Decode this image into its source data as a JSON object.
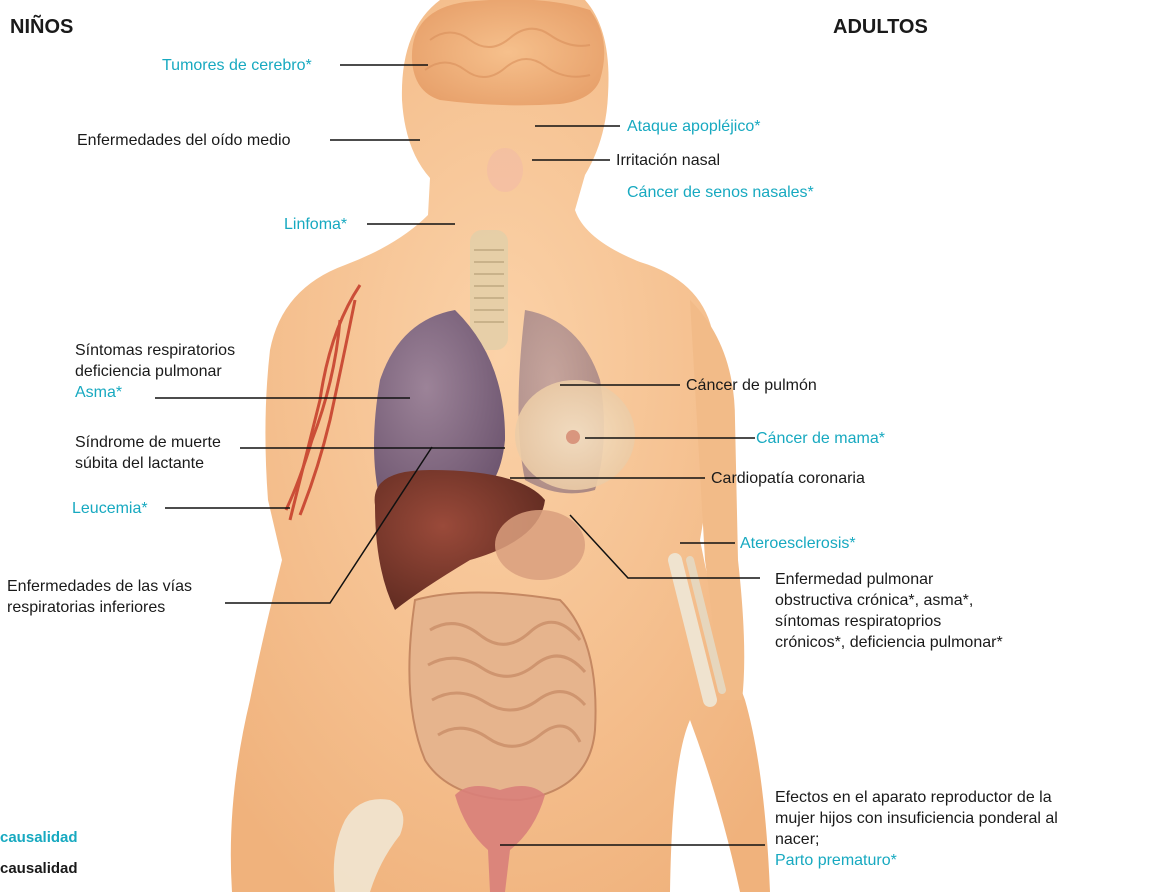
{
  "headers": {
    "children": "NIÑOS",
    "adults": "ADULTOS"
  },
  "labels": {
    "brain_tumors": "Tumores de cerebro*",
    "middle_ear": "Enfermedades del oído medio",
    "stroke": "Ataque apopléjico*",
    "nasal_irritation": "Irritación nasal",
    "sinus_cancer": "Cáncer de senos nasales*",
    "lymphoma": "Linfoma*",
    "resp_symptoms_1": "Síntomas respiratorios",
    "resp_symptoms_2": "deficiencia pulmonar",
    "asthma": "Asma*",
    "lung_cancer": "Cáncer de pulmón",
    "sids_1": "Síndrome de muerte",
    "sids_2": "súbita del lactante",
    "breast_cancer": "Cáncer de mama*",
    "coronary": "Cardiopatía coronaria",
    "leukemia": "Leucemia*",
    "atherosclerosis": "Ateroesclerosis*",
    "lower_resp_1": "Enfermedades de las vías",
    "lower_resp_2": "respiratorias inferiores",
    "copd_1": "Enfermedad pulmonar",
    "copd_2": "obstructiva crónica*, asma*,",
    "copd_3": "síntomas respiratoprios",
    "copd_4": "crónicos*, deficiencia pulmonar*",
    "repro_1": "Efectos en el aparato reproductor de la",
    "repro_2": "mujer hijos con insuficiencia ponderal al",
    "repro_3": "nacer;",
    "preterm": "Parto prematuro*"
  },
  "legend": {
    "cyan_text": "causalidad",
    "dark_text": "causalidad"
  },
  "colors": {
    "cyan": "#17a9c0",
    "text": "#1a1a1a",
    "skin": "#f5c396",
    "lung": "#8a6f85",
    "liver": "#7a3b2e",
    "intestine": "#e0b28e",
    "uterus": "#d87a78"
  }
}
